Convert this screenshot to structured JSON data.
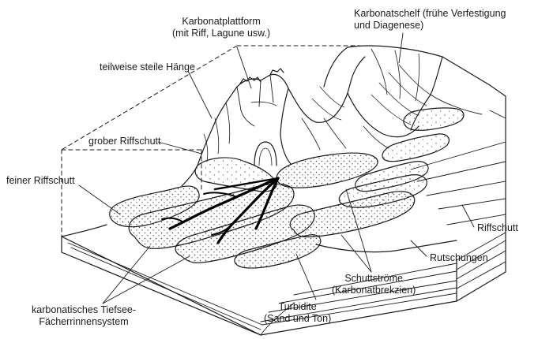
{
  "labels": {
    "carbonate_platform": [
      "Karbonatplattform",
      "(mit Riff, Lagune usw.)"
    ],
    "carbonate_shelf": [
      "Karbonatschelf (frühe Verfestigung",
      "und Diagenese)"
    ],
    "steep_slopes": "teilweise steile Hänge",
    "coarse_reef_debris": "grober Riffschutt",
    "fine_reef_debris": "feiner Riffschutt",
    "reef_debris": "Riffschutt",
    "slumps": "Rutschungen",
    "debris_flows": [
      "Schuttströme",
      "(Karbonatbrekzien)"
    ],
    "turbidites": [
      "Turbidite",
      "(Sand und Ton)"
    ],
    "fan_channel_system": [
      "karbonatisches Tiefsee-",
      "Fächerrinnensystem"
    ]
  },
  "colors": {
    "ink": "#1a1a1a",
    "paper": "#ffffff",
    "stipple": "#444444"
  }
}
